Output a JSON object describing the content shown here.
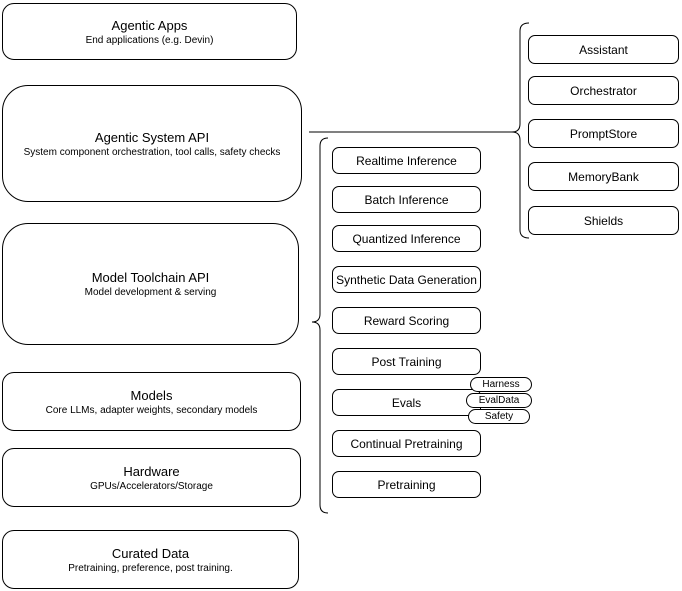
{
  "left_stack": [
    {
      "title": "Agentic Apps",
      "subtitle": "End applications (e.g. Devin)"
    },
    {
      "title": "Agentic System API",
      "subtitle": "System component orchestration, tool calls, safety checks"
    },
    {
      "title": "Model Toolchain API",
      "subtitle": "Model development & serving"
    },
    {
      "title": "Models",
      "subtitle": "Core LLMs, adapter weights, secondary models"
    },
    {
      "title": "Hardware",
      "subtitle": "GPUs/Accelerators/Storage"
    },
    {
      "title": "Curated Data",
      "subtitle": "Pretraining, preference, post training."
    }
  ],
  "toolchain_group": {
    "items": [
      {
        "label": "Realtime Inference"
      },
      {
        "label": "Batch Inference"
      },
      {
        "label": "Quantized Inference"
      },
      {
        "label": "Synthetic Data Generation"
      },
      {
        "label": "Reward Scoring"
      },
      {
        "label": "Post Training"
      },
      {
        "label": "Evals"
      },
      {
        "label": "Continual Pretraining"
      },
      {
        "label": "Pretraining"
      }
    ],
    "evals_tags": [
      {
        "label": "Harness"
      },
      {
        "label": "EvalData"
      },
      {
        "label": "Safety"
      }
    ]
  },
  "system_group": {
    "items": [
      {
        "label": "Assistant"
      },
      {
        "label": "Orchestrator"
      },
      {
        "label": "PromptStore"
      },
      {
        "label": "MemoryBank"
      },
      {
        "label": "Shields"
      }
    ]
  },
  "colors": {
    "stroke": "#000000",
    "fill": "#ffffff",
    "text": "#000000"
  }
}
